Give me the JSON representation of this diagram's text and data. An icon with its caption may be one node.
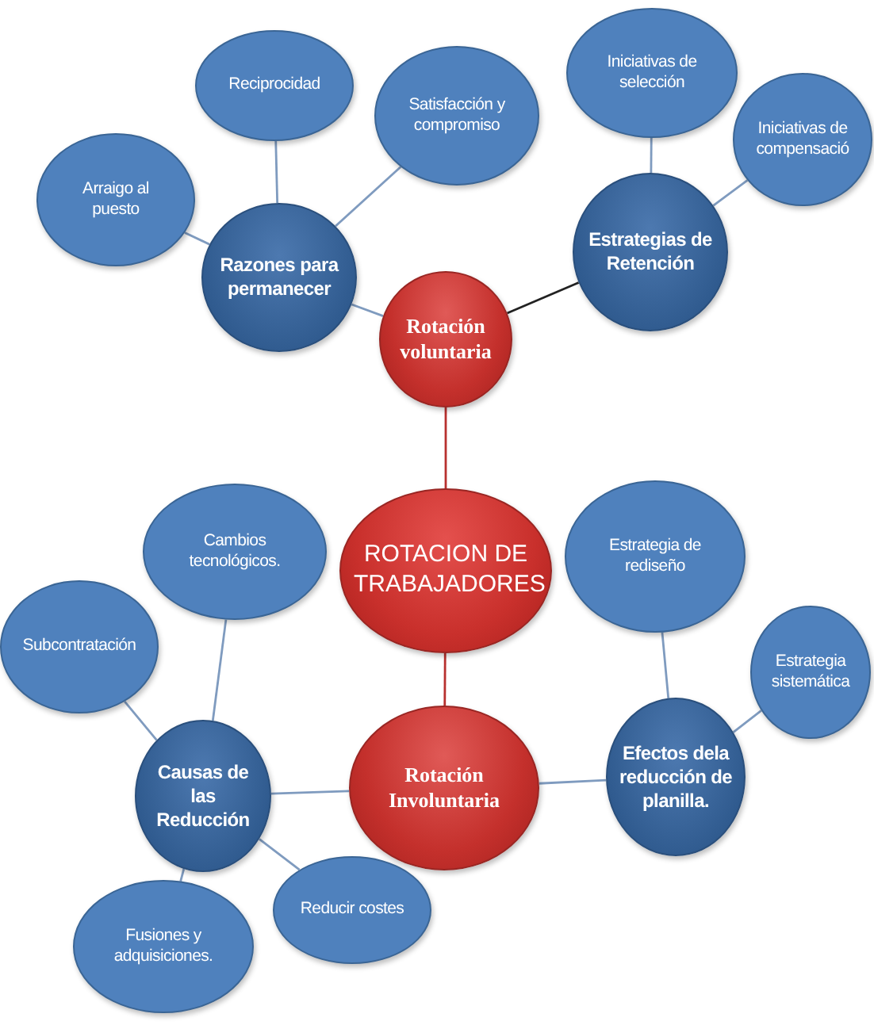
{
  "diagram": {
    "nodes": [
      {
        "text": [
          "Reciprocidad"
        ]
      },
      {
        "text": [
          "Satisfacción y compromiso"
        ]
      },
      {
        "text": [
          "Arraigo al puesto"
        ]
      },
      {
        "text": [
          "Razones para permanecer"
        ]
      },
      {
        "text": [
          "Iniciativas de selección"
        ]
      },
      {
        "text": [
          "Iniciativas de compensació"
        ]
      },
      {
        "text": [
          "Estrategias de Retención"
        ]
      },
      {
        "text": [
          "Rotación voluntaria"
        ]
      },
      {
        "text": [
          "ROTACION DE TRABAJADORES"
        ]
      },
      {
        "text": [
          "Cambios tecnológicos."
        ]
      },
      {
        "text": [
          "Estrategia de rediseño"
        ]
      },
      {
        "text": [
          "Subcontratación"
        ]
      },
      {
        "text": [
          "Estrategia sistemática"
        ]
      },
      {
        "text": [
          "Causas de las Reducción"
        ]
      },
      {
        "text": [
          "Rotación Involuntaria"
        ]
      },
      {
        "text": [
          "Efectos dela reducción de planilla."
        ]
      },
      {
        "text": [
          "Reducir costes"
        ]
      },
      {
        "text": [
          "Fusiones y adquisiciones."
        ]
      }
    ],
    "edges": [
      {
        "from": 3,
        "to": 0,
        "arrow": "none"
      },
      {
        "from": 3,
        "to": 1,
        "arrow": "none"
      },
      {
        "from": 3,
        "to": 2,
        "arrow": "none"
      },
      {
        "from": 7,
        "to": 3,
        "arrow": "none"
      },
      {
        "from": 7,
        "to": 6,
        "arrow": "none",
        "color": "#222222"
      },
      {
        "from": 6,
        "to": 4,
        "arrow": "none"
      },
      {
        "from": 6,
        "to": 5,
        "arrow": "none"
      },
      {
        "from": 7,
        "to": 8,
        "arrow": "none",
        "color": "#b8312f"
      },
      {
        "from": 8,
        "to": 14,
        "arrow": "none",
        "color": "#b8312f"
      },
      {
        "from": 14,
        "to": 13,
        "arrow": "none"
      },
      {
        "from": 14,
        "to": 15,
        "arrow": "none"
      },
      {
        "from": 13,
        "to": 9,
        "arrow": "none"
      },
      {
        "from": 13,
        "to": 11,
        "arrow": "none"
      },
      {
        "from": 13,
        "to": 16,
        "arrow": "none"
      },
      {
        "from": 13,
        "to": 17,
        "arrow": "none"
      },
      {
        "from": 15,
        "to": 10,
        "arrow": "none"
      },
      {
        "from": 15,
        "to": 12,
        "arrow": "none"
      }
    ]
  }
}
